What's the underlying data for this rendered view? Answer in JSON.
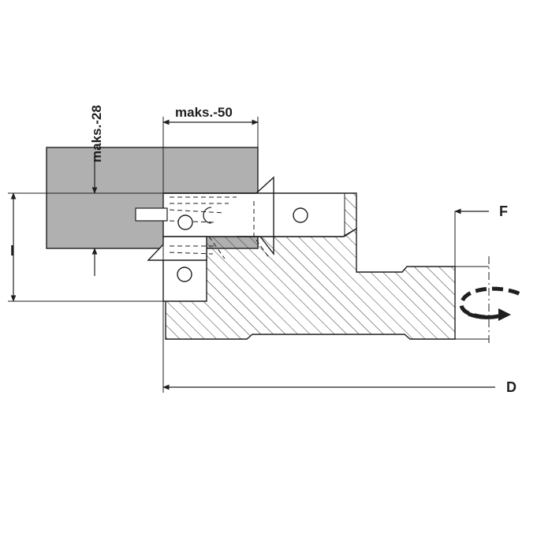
{
  "labels": {
    "max_depth": "maks.-28",
    "max_width": "maks.-50",
    "height": "I",
    "feed": "F",
    "diameter": "D"
  },
  "colors": {
    "line": "#1f1f1f",
    "workpiece_fill": "#b0b0b0",
    "hatch": "#333333",
    "background": "#ffffff"
  },
  "icons": {
    "rotation": "rotation-direction-arrow-icon"
  }
}
